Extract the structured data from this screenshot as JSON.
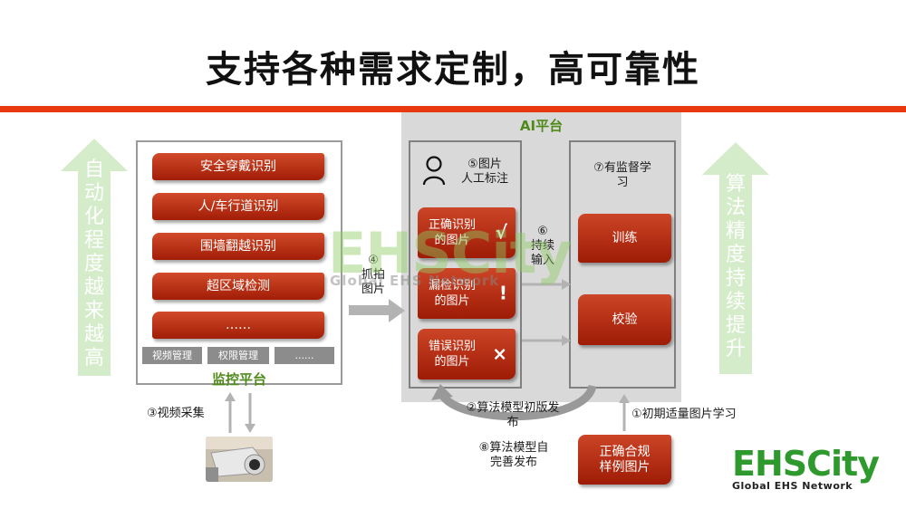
{
  "title": "支持各种需求定制，高可靠性",
  "left_arrow_text": [
    "自",
    "动",
    "化",
    "程",
    "度",
    "越",
    "来",
    "越",
    "高"
  ],
  "right_arrow_text": [
    "算",
    "法",
    "精",
    "度",
    "持",
    "续",
    "提",
    "升"
  ],
  "monitor": {
    "label": "监控平台",
    "items": [
      "安全穿戴识别",
      "人/车行道识别",
      "围墙翻越识别",
      "超区域检测",
      "……"
    ],
    "chips": [
      "视频管理",
      "权限管理",
      "......"
    ]
  },
  "ai": {
    "title": "AI平台",
    "label_step5": [
      "⑤图片",
      "人工标注"
    ],
    "cards": [
      {
        "text": [
          "正确识别",
          "的图片"
        ],
        "mark": "√"
      },
      {
        "text": [
          "漏检识别",
          "的图片"
        ],
        "mark": "!"
      },
      {
        "text": [
          "错误识别",
          "的图片"
        ],
        "mark": "×"
      }
    ],
    "label_step7": [
      "⑦有监督学",
      "习"
    ],
    "train": "训练",
    "verify": "校验",
    "step6": [
      "⑥",
      "持续",
      "输入"
    ]
  },
  "step4": [
    "④",
    "抓拍",
    "图片"
  ],
  "step3": "③视频采集",
  "step2": [
    "②算法模型初版发",
    "布"
  ],
  "step8": [
    "⑧算法模型自",
    "完善发布"
  ],
  "step1": "①初期适量图片学习",
  "sample": [
    "正确合规",
    "样例图片"
  ],
  "watermark": {
    "main": "EHSCity",
    "sub": "Global EHS Network"
  },
  "logo": {
    "main": "EHSCity",
    "sub": "Global EHS Network"
  },
  "colors": {
    "accent_red": "#e8380d",
    "card_red": "#b32a10",
    "green": "#4f8a1a",
    "arrow_green": "#d4ecc9"
  }
}
